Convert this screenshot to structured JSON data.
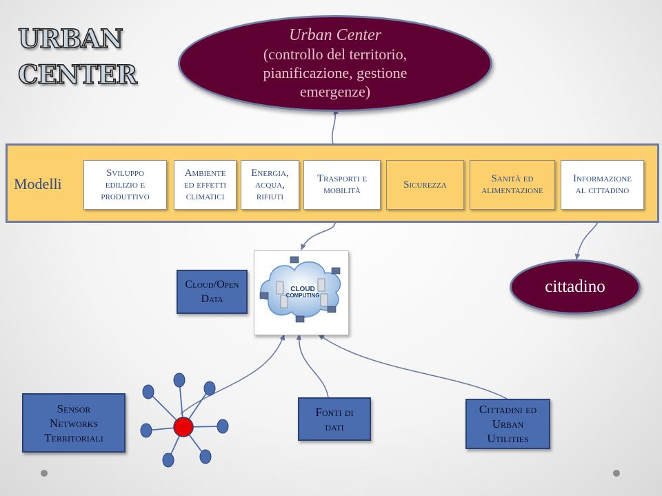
{
  "logo": {
    "line1": "URBAN",
    "line2": "CENTER"
  },
  "urban_center": {
    "title": "Urban Center",
    "line2": "(controllo del territorio,",
    "line3": "pianificazione, gestione",
    "line4": "emergenze)"
  },
  "modelli": {
    "label": "Modelli",
    "items": [
      {
        "line1": "Sviluppo",
        "line2": "edilizio e",
        "line3": "produttivo",
        "style": "white"
      },
      {
        "line1": "Ambiente",
        "line2": "ed effetti",
        "line3": "climatici",
        "style": "white"
      },
      {
        "line1": "Energia,",
        "line2": "acqua,",
        "line3": "rifiuti",
        "style": "white"
      },
      {
        "line1": "Trasporti e",
        "line2": "mobilità",
        "style": "white"
      },
      {
        "line1": "Sicurezza",
        "style": "orange"
      },
      {
        "line1": "Sanità ed",
        "line2": "alimentazione",
        "style": "orange"
      },
      {
        "line1": "Informazione",
        "line2": "al cittadino",
        "style": "white"
      }
    ]
  },
  "cloud_open_data": {
    "line1": "Cloud/Open",
    "line2": "Data"
  },
  "cloud_logo": {
    "line1": "CLOUD",
    "line2": "COMPUTING"
  },
  "cittadino": "cittadino",
  "sensor_networks": {
    "line1": "Sensor",
    "line2": "Networks",
    "line3": "Territoriali"
  },
  "fonti_di_dati": {
    "line1": "Fonti di",
    "line2": "dati"
  },
  "cittadini_utilities": {
    "line1": "Cittadini ed",
    "line2": "Urban",
    "line3": "Utilities"
  },
  "colors": {
    "ellipse_fill": "#5e0032",
    "band_fill": "#fbd06d",
    "box_blue": "#4a6db0",
    "text_blue": "#2f4c86",
    "sensor_hub": "#e60000",
    "sensor_node": "#4a6db0"
  }
}
